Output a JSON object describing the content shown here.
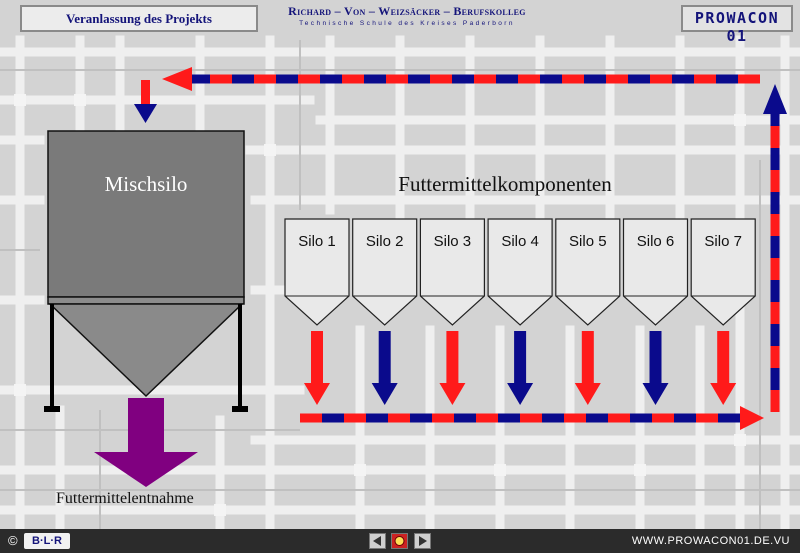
{
  "header": {
    "title": "Veranlassung des Projekts",
    "school_name": "Richard – Von – Weizsäcker – Berufskolleg",
    "school_subtitle": "Technische Schule des Kreises Paderborn",
    "logo": "PROWACON 01"
  },
  "diagram": {
    "mixing_silo_label": "Mischsilo",
    "components_label": "Futtermittelkomponenten",
    "output_label": "Futtermittelentnahme",
    "silos": [
      {
        "label": "Silo 1",
        "arrow_color": "#ff1a1a"
      },
      {
        "label": "Silo 2",
        "arrow_color": "#0a0a8c"
      },
      {
        "label": "Silo 3",
        "arrow_color": "#ff1a1a"
      },
      {
        "label": "Silo 4",
        "arrow_color": "#0a0a8c"
      },
      {
        "label": "Silo 5",
        "arrow_color": "#ff1a1a"
      },
      {
        "label": "Silo 6",
        "arrow_color": "#0a0a8c"
      },
      {
        "label": "Silo 7",
        "arrow_color": "#ff1a1a"
      }
    ],
    "colors": {
      "red": "#ff1a1a",
      "blue": "#0a0a8c",
      "silo_body": "#7a7a7a",
      "output_arrow": "#800080"
    }
  },
  "footer": {
    "copyright": "©",
    "brand": "B·L·R",
    "url": "WWW.PROWACON01.DE.VU",
    "nav": {
      "prev_icon": "triangle-left-icon",
      "home_icon": "home-icon",
      "next_icon": "triangle-right-icon"
    }
  }
}
